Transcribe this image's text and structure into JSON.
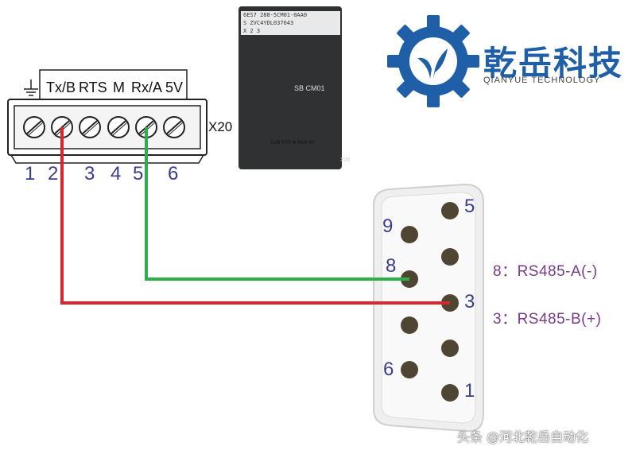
{
  "terminal": {
    "labels": [
      "Tx/B",
      "RTS",
      "M",
      "Rx/A",
      "5V"
    ],
    "ground_symbol": "ground-icon",
    "block_name": "X20",
    "pins": [
      "1",
      "2",
      "3",
      "4",
      "5",
      "6"
    ]
  },
  "module": {
    "label_line1": "6ES7 288-5CM01-0AA0",
    "label_line2": "S ZVC4YDL037643",
    "label_line3": "X 2 3",
    "name": "SB CM01",
    "terminal_labels": "Tx/B RTS  M  Rx/A 5V",
    "block_name": "X20"
  },
  "logo": {
    "chinese": "乾岳科技",
    "english": "QIANYUE TECHNOLOGY",
    "icon": "gear-leaf-icon",
    "color": "#1f5fa8"
  },
  "db9": {
    "pin_labels": {
      "p1": "1",
      "p3": "3",
      "p5": "5",
      "p6": "6",
      "p8": "8",
      "p9": "9"
    }
  },
  "notes": {
    "pin8": "8：RS485-A(-)",
    "pin3": "3：RS485-B(+)"
  },
  "wires": {
    "green_color": "#2eae4a",
    "red_color": "#d7262e"
  },
  "watermark": "头条 @河北乾岳自动化"
}
